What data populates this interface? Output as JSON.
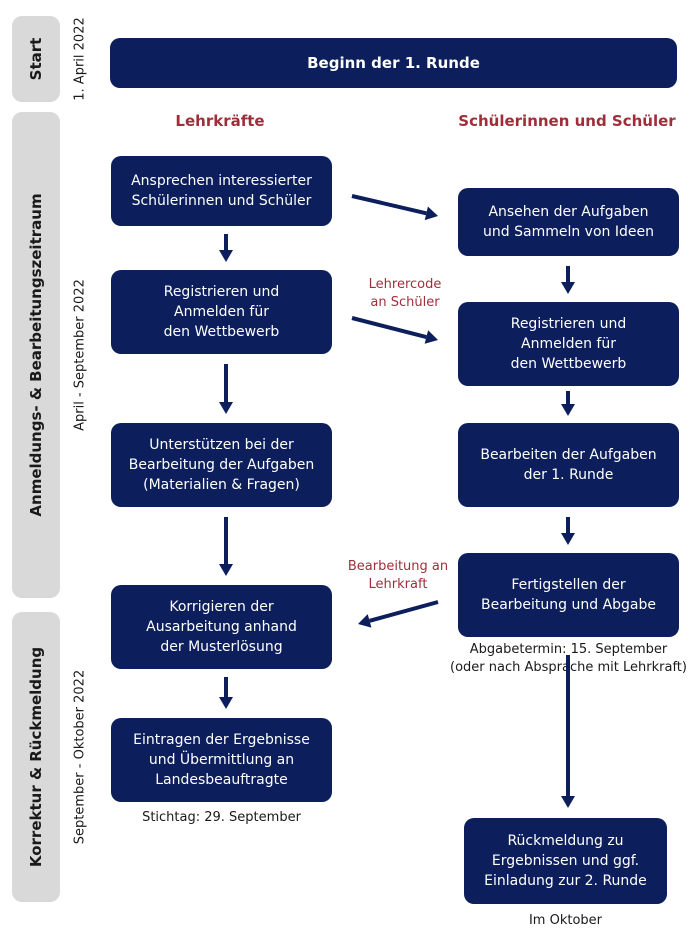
{
  "colors": {
    "box": "#0c1e5b",
    "phase": "#d9d9d9",
    "accent": "#9e2f3a",
    "arrow": "#0c1e5b"
  },
  "phases": [
    {
      "label": "Start",
      "date": "1. April 2022"
    },
    {
      "label": "Anmeldungs- & Bearbeitungszeitraum",
      "date": "April - September 2022"
    },
    {
      "label": "Korrektur & Rückmeldung",
      "date": "September - Oktober 2022"
    }
  ],
  "header": "Beginn der 1. Runde",
  "columns": {
    "left": "Lehrkräfte",
    "right": "Schülerinnen und Schüler"
  },
  "teacher_steps": [
    "Ansprechen interessierter\nSchülerinnen und Schüler",
    "Registrieren und\nAnmelden für\nden Wettbewerb",
    "Unterstützen bei der\nBearbeitung der Aufgaben\n(Materialien & Fragen)",
    "Korrigieren der\nAusarbeitung anhand\nder Musterlösung",
    "Eintragen der Ergebnisse\nund Übermittlung an\nLandesbeauftragte"
  ],
  "student_steps": [
    "Ansehen der Aufgaben\nund Sammeln von Ideen",
    "Registrieren und\nAnmelden für\nden Wettbewerb",
    "Bearbeiten der Aufgaben\nder 1. Runde",
    "Fertigstellen der\nBearbeitung und Abgabe",
    "Rückmeldung zu\nErgebnissen und ggf.\nEinladung zur 2. Runde"
  ],
  "annotations": {
    "lehrercode": "Lehrercode\nan Schüler",
    "bearbeitung": "Bearbeitung an\nLehrkraft"
  },
  "notes": {
    "stichtag": "Stichtag: 29. September",
    "abgabe": "Abgabetermin: 15. September\n(oder nach Absprache mit Lehrkraft)",
    "oktober": "Im Oktober"
  }
}
